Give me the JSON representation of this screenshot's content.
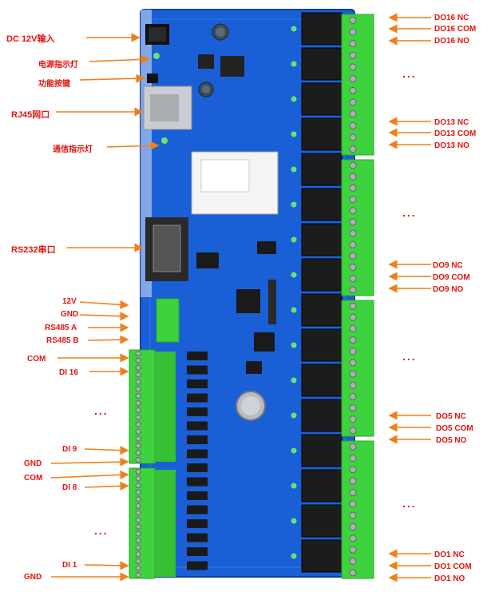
{
  "colors": {
    "board": "#1a5fd6",
    "board_dark": "#0d3fa8",
    "terminal": "#3ed23e",
    "relay": "#1c1c1c",
    "label": "#e2140d",
    "arrow": "#ef7f1a"
  },
  "left_labels": {
    "dc12v": "DC 12V输入",
    "power_led": "电源指示灯",
    "func_key": "功能按键",
    "rj45": "RJ45网口",
    "comm_led": "通信指示灯",
    "rs232": "RS232串口",
    "v12": "12V",
    "gnd1": "GND",
    "rs485a": "RS485 A",
    "rs485b": "RS485 B",
    "com1": "COM",
    "di16": "DI 16",
    "dots1": "...",
    "di9": "DI 9",
    "gnd2": "GND",
    "com2": "COM",
    "di8": "DI 8",
    "dots2": "...",
    "di1": "DI 1",
    "gnd3": "GND"
  },
  "right_labels": {
    "do16nc": "DO16 NC",
    "do16com": "DO16 COM",
    "do16no": "DO16 NO",
    "dotsA": "...",
    "do13nc": "DO13 NC",
    "do13com": "DO13 COM",
    "do13no": "DO13 NO",
    "dotsB": "...",
    "do9nc": "DO9 NC",
    "do9com": "DO9 COM",
    "do9no": "DO9 NO",
    "dotsC": "...",
    "do5nc": "DO5 NC",
    "do5com": "DO5 COM",
    "do5no": "DO5 NO",
    "dotsD": "...",
    "do1nc": "DO1 NC",
    "do1com": "DO1 COM",
    "do1no": "DO1 NO"
  }
}
